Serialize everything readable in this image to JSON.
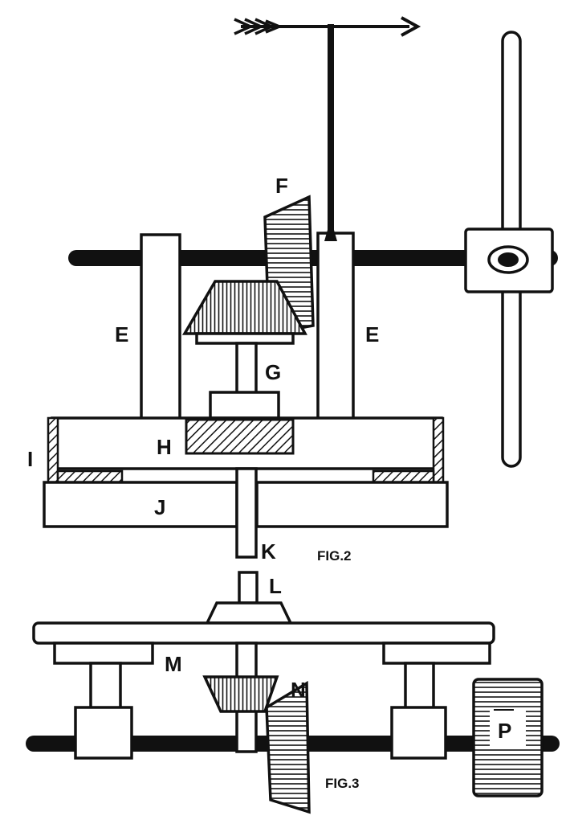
{
  "figure_2": {
    "caption": "FIG.2",
    "labels": {
      "E_left": "E",
      "E_right": "E",
      "F": "F",
      "G": "G",
      "H": "H",
      "I": "I",
      "J": "J",
      "K": "K"
    }
  },
  "figure_3": {
    "caption": "FIG.3",
    "labels": {
      "L": "L",
      "M": "M",
      "N": "N",
      "P": "P"
    }
  },
  "colors": {
    "ink": "#111111",
    "paper": "#ffffff"
  }
}
